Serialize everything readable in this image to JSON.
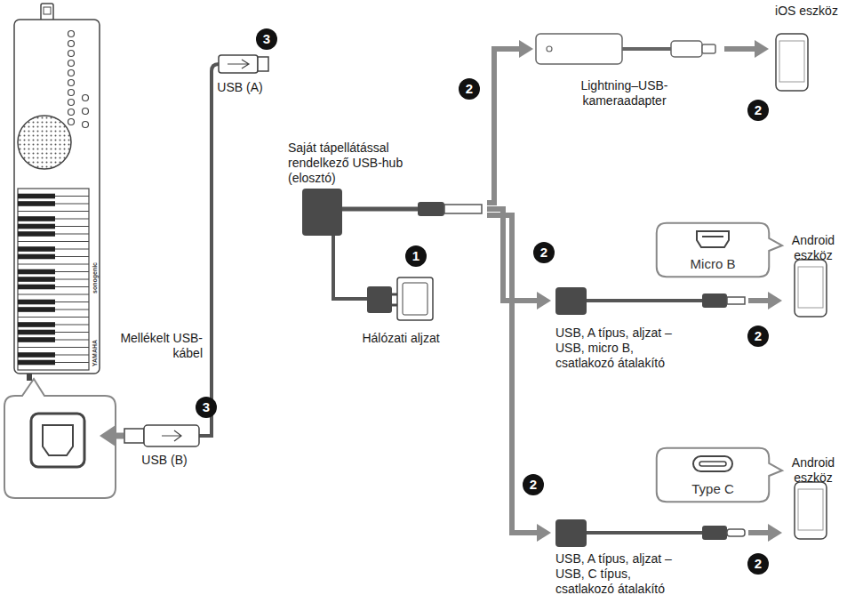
{
  "diagram": {
    "nodes": [
      {
        "text": [
          "Saját tápellátással rendelkező USB-hub (elosztó)"
        ]
      },
      {
        "text": [
          "Lightning–USB-kameraadapter"
        ]
      },
      {
        "text": [
          "iOS eszköz"
        ]
      },
      {
        "text": [
          "USB, A típus, aljzat – USB, micro B, csatlakozó átalakító"
        ]
      },
      {
        "text": [
          "Micro B"
        ]
      },
      {
        "text": [
          "Android eszköz"
        ]
      },
      {
        "text": [
          "USB, A típus, aljzat – USB, C típus, csatlakozó átalakító"
        ]
      },
      {
        "text": [
          "Type C"
        ]
      },
      {
        "text": [
          "Android eszköz"
        ]
      },
      {
        "text": [
          "Hálózati aljzat"
        ]
      }
    ],
    "edges": [
      {
        "from": 0,
        "to": 1,
        "arrow": "to"
      },
      {
        "from": 1,
        "to": 2,
        "arrow": "to"
      },
      {
        "from": 0,
        "to": 3,
        "arrow": "to"
      },
      {
        "from": 3,
        "to": 5,
        "arrow": "to"
      },
      {
        "from": 0,
        "to": 6,
        "arrow": "to"
      },
      {
        "from": 6,
        "to": 8,
        "arrow": "to"
      },
      {
        "from": 0,
        "to": 9,
        "arrow": "none"
      }
    ],
    "labels": [
      "Mellékelt USB-kábel",
      "USB (A)",
      "USB (B)",
      "YAMAHA",
      "sonogenic",
      "1",
      "2",
      "2",
      "2",
      "2",
      "2",
      "2",
      "3",
      "3"
    ]
  }
}
